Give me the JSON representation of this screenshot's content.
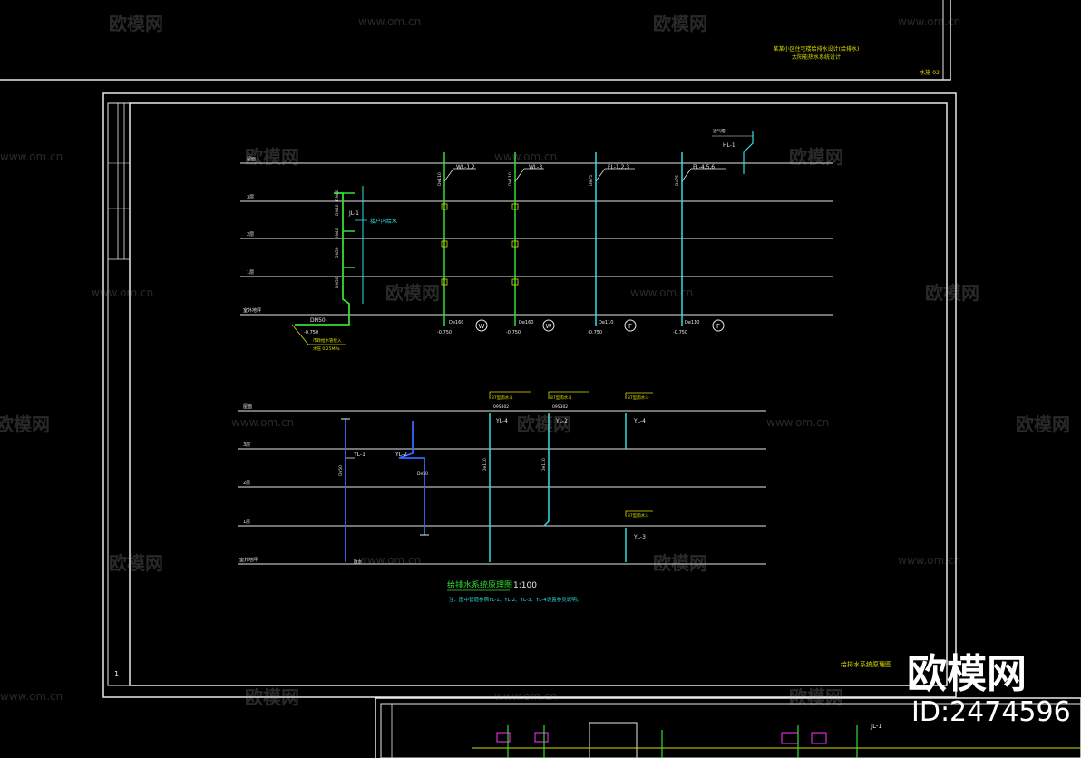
{
  "top_block": {
    "title_line1": "某某小区住宅楼给排水设计(给排水)",
    "title_line2": "太阳能热水系统设计",
    "sheet_code": "水施-02"
  },
  "floors_top": [
    "屋面",
    "3层",
    "2层",
    "1层",
    "室外地坪"
  ],
  "floors_bottom": [
    "屋面",
    "3层",
    "2层",
    "1层",
    "室外地坪"
  ],
  "supply": {
    "riser_label": "JL-1",
    "note": "接户内给水",
    "inlet_dn": "DN50",
    "inlet_elev": "-0.750",
    "inlet_note": "市政给水管接入",
    "inlet_pressure": "水压 0.25MPa",
    "pipe_labels": [
      "DN40",
      "DN40",
      "DN40",
      "DN50",
      "DN50"
    ]
  },
  "drain_risers": [
    {
      "name": "WL-1,2",
      "size": "De110",
      "out": "De160",
      "elev": "-0.750",
      "mark": "W"
    },
    {
      "name": "WL-3",
      "size": "De110",
      "out": "De160",
      "elev": "-0.750",
      "mark": "W"
    },
    {
      "name": "FL-1,2,3",
      "size": "De75",
      "out": "De110",
      "elev": "-0.750",
      "mark": "F"
    },
    {
      "name": "FL-4,5,6",
      "size": "De75",
      "out": "De110",
      "elev": "-0.750",
      "mark": "F"
    }
  ],
  "vent_note": "通气帽",
  "vent_riser": "HL-1",
  "rain": {
    "risers": [
      "YL-1",
      "YL-2",
      "YL-4",
      "YL-2",
      "YL-4",
      "YL-3"
    ],
    "sizes": [
      "De50",
      "De50",
      "De110",
      "De110"
    ],
    "top_notes": [
      "87型雨水斗",
      "87型雨水斗",
      "87型雨水斗"
    ],
    "top_sub": [
      "09S302",
      "09S302"
    ],
    "low_note": "87型雨水斗",
    "outlet": "散水"
  },
  "caption": "给排水系统原理图",
  "scale": "1:100",
  "note_text": "注：图中管道参照YL-1、YL-2、YL-3、YL-4设置参见说明。",
  "sheet_title": "给排水系统原理图",
  "sheet_no": "1",
  "brand": {
    "logo_text": "欧模网",
    "id_text": "ID:2474596",
    "wm_text": "欧模网",
    "wm_url": "www.om.cn"
  },
  "colors": {
    "green": "#33dd33",
    "cyan": "#33dddd",
    "blue": "#3366ff",
    "yellow": "#dddd00",
    "white": "#e8e8e8",
    "magenta": "#ff33ff"
  }
}
